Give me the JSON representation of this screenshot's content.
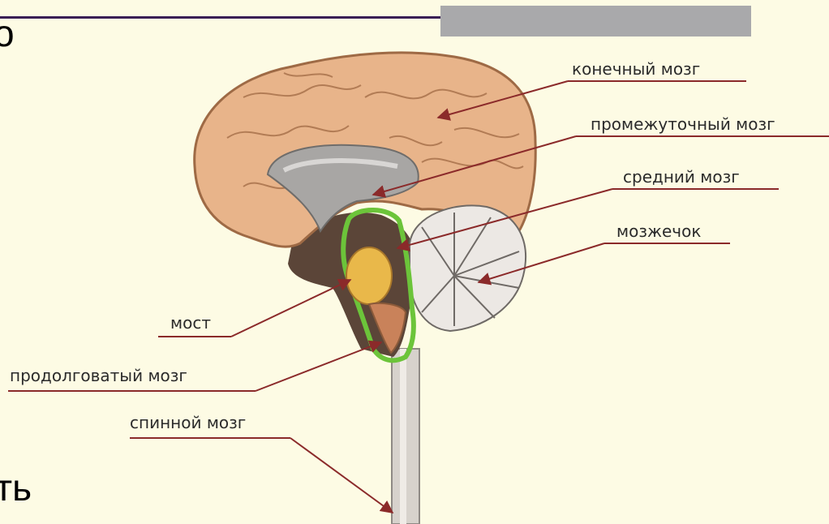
{
  "slide": {
    "fragment_top": "о",
    "fragment_bottom": "ть"
  },
  "labels": {
    "telencephalon": "конечный мозг",
    "diencephalon": "промежуточный мозг",
    "midbrain": "средний мозг",
    "cerebellum": "мозжечок",
    "pons": "мост",
    "medulla": "продолговатый мозг",
    "spinal_cord": "спинной мозг"
  },
  "colors": {
    "background": "#fdfbe4",
    "cortex": "#e8b48a",
    "highlight": "#6cc43a",
    "leader": "#8b2a2a"
  }
}
